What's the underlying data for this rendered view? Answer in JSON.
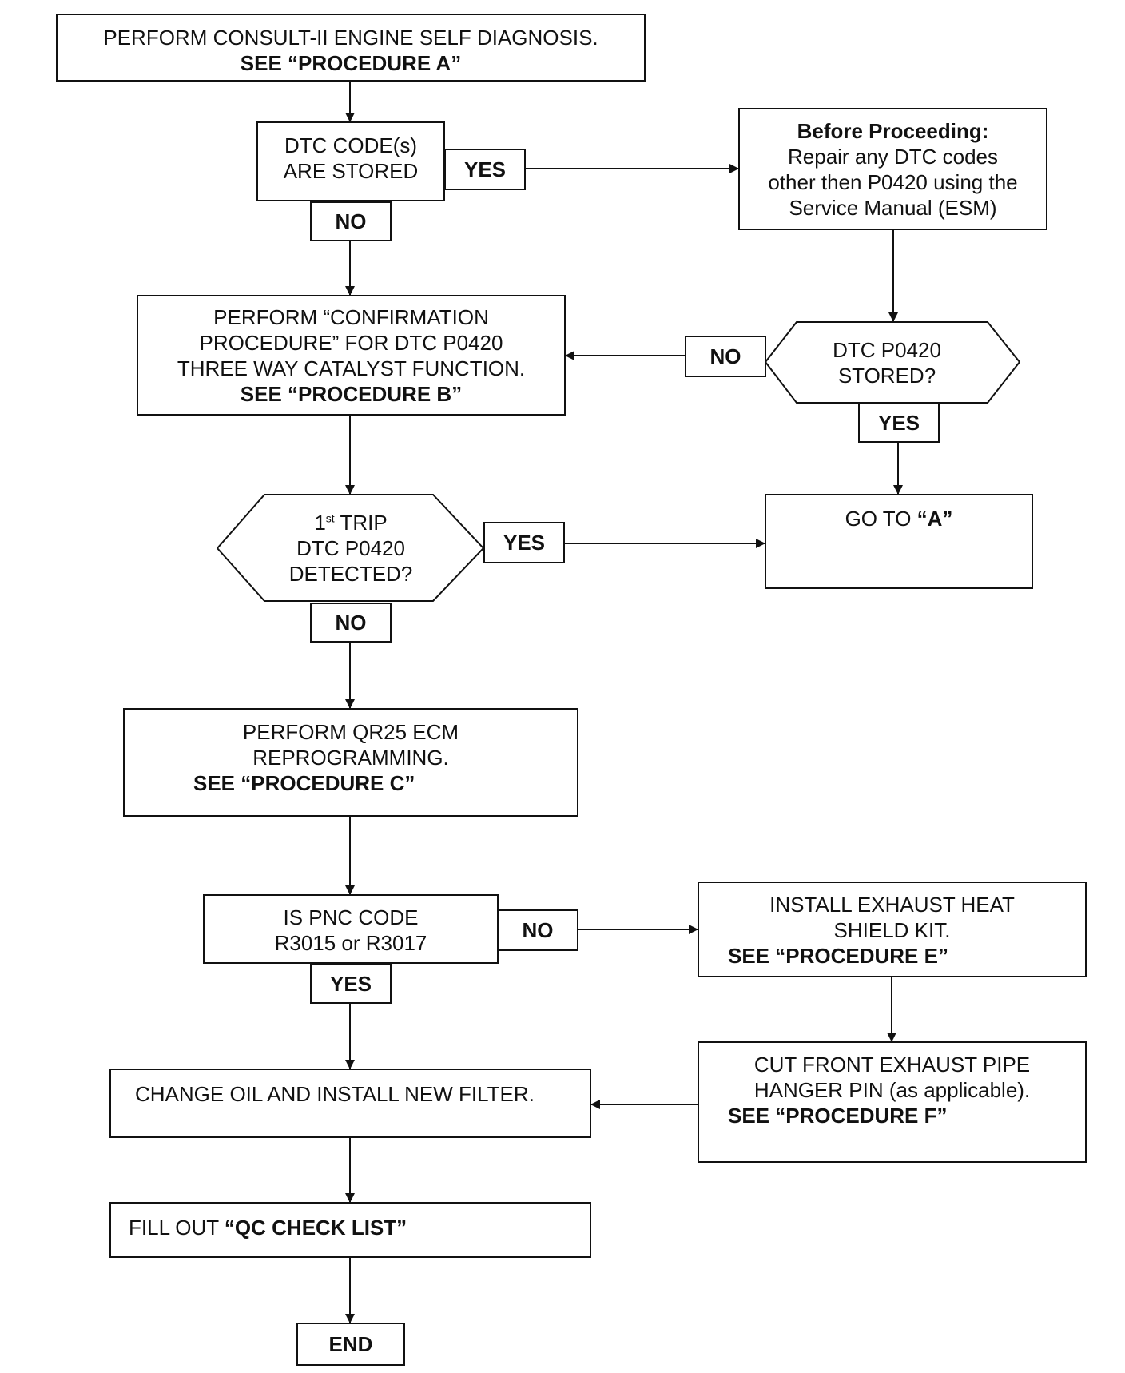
{
  "step_a": {
    "line1": "PERFORM CONSULT-II ENGINE SELF DIAGNOSIS.",
    "line2": "SEE “PROCEDURE A”"
  },
  "dtc_stored": {
    "line1": "DTC CODE(s)",
    "line2": "ARE STORED"
  },
  "before_proceeding": {
    "title": "Before Proceeding:",
    "line1": "Repair any DTC codes",
    "line2": "other then P0420 using the",
    "line3": "Service Manual (ESM)"
  },
  "dtc_p0420_stored": {
    "line1": "DTC P0420",
    "line2": "STORED?"
  },
  "step_b": {
    "line1": "PERFORM “CONFIRMATION",
    "line2": "PROCEDURE” FOR DTC P0420",
    "line3": "THREE WAY CATALYST FUNCTION.",
    "line4": "SEE “PROCEDURE B”"
  },
  "first_trip": {
    "line1_num": "1",
    "line1_sup": "st",
    "line1_rest": " TRIP",
    "line2": "DTC P0420",
    "line3": "DETECTED?"
  },
  "go_to_a": {
    "prefix": "GO TO ",
    "target": "“A”"
  },
  "step_c": {
    "line1": "PERFORM QR25 ECM",
    "line2": "REPROGRAMMING.",
    "line3": "SEE “PROCEDURE C”"
  },
  "pnc_code": {
    "line1": "IS PNC CODE",
    "line2": "R3015 or R3017"
  },
  "step_e": {
    "line1": "INSTALL EXHAUST HEAT",
    "line2": "SHIELD KIT.",
    "line3": "SEE “PROCEDURE E”"
  },
  "step_f": {
    "line1": "CUT FRONT EXHAUST PIPE",
    "line2": "HANGER PIN (as applicable).",
    "line3": "SEE “PROCEDURE F”"
  },
  "change_oil": {
    "text": "CHANGE OIL AND INSTALL NEW FILTER."
  },
  "qc_check": {
    "prefix": "FILL OUT ",
    "target": "“QC CHECK LIST”"
  },
  "end": {
    "text": "END"
  },
  "labels": {
    "yes": "YES",
    "no": "NO"
  }
}
